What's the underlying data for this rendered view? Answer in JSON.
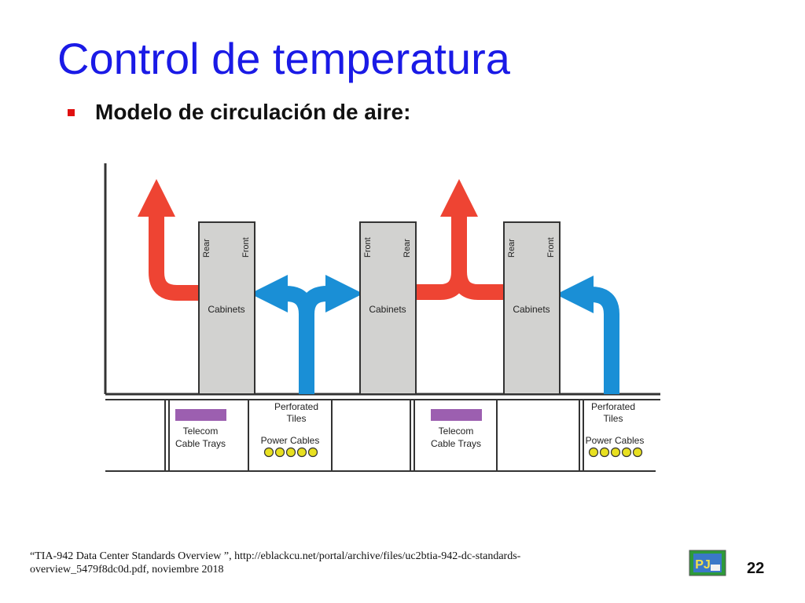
{
  "slide": {
    "title": "Control de temperatura",
    "bullet": "Modelo de circulación de aire:",
    "page_number": "22",
    "footnote_line1": "“TIA-942 Data Center Standards Overview ”, http://eblackcu.net/portal/archive/files/uc2btia-942-dc-standards-",
    "footnote_line2": "overview_5479f8dc0d.pdf, noviembre 2018",
    "logo_text": "PJ"
  },
  "diagram": {
    "cabinet_label": "Cabinets",
    "cabinet1": {
      "left": "Rear",
      "right": "Front"
    },
    "cabinet2": {
      "left": "Front",
      "right": "Rear"
    },
    "cabinet3": {
      "left": "Rear",
      "right": "Front"
    },
    "perforated_tiles_line1": "Perforated",
    "perforated_tiles_line2": "Tiles",
    "telecom_line1": "Telecom",
    "telecom_line2": "Cable Trays",
    "power_cables": "Power Cables"
  },
  "colors": {
    "title": "#1a1ae6",
    "hot_air": "#ee4433",
    "cold_air": "#1a8fd6",
    "cabinet": "#d2d2d0",
    "telecom_tray": "#9c5fb0",
    "power_cable": "#e8e020"
  }
}
